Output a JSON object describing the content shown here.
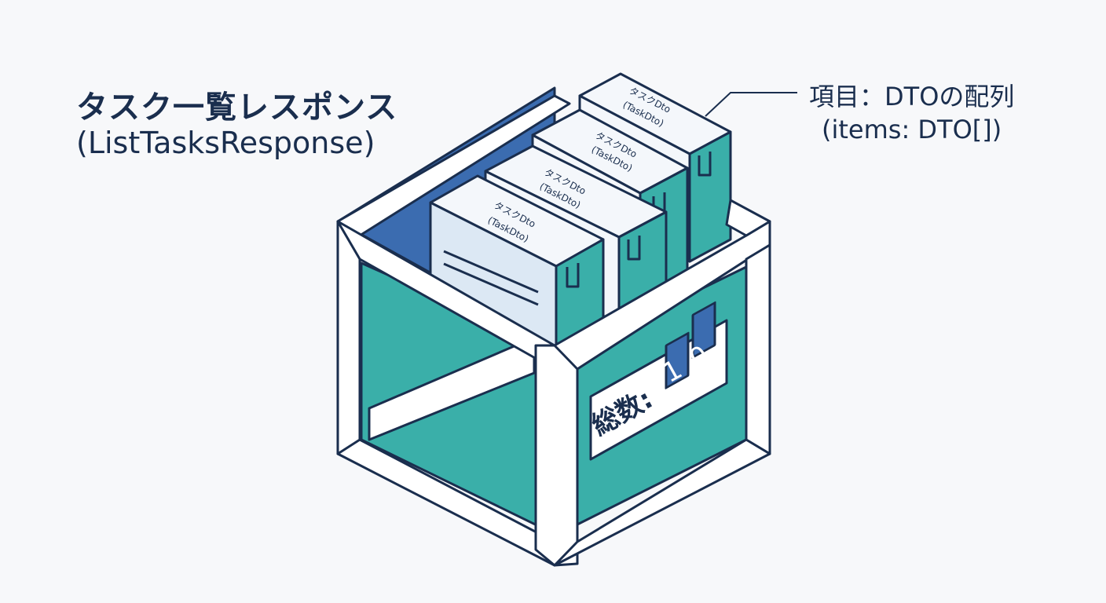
{
  "title": "タスク一覧レスポンス",
  "subtitle": "(ListTasksResponse)",
  "items_callout": {
    "label": "項目：DTOの配列",
    "type": "(items: DTO[])"
  },
  "cards": [
    {
      "line1": "タスクDto",
      "line2": "(TaskDto)"
    },
    {
      "line1": "タスクDto",
      "line2": "(TaskDto)"
    },
    {
      "line1": "タスクDto",
      "line2": "(TaskDto)"
    },
    {
      "line1": "タスクDto",
      "line2": "(TaskDto)"
    }
  ],
  "total": {
    "label": "総数:",
    "digits": [
      "1",
      "0"
    ]
  },
  "colors": {
    "navy": "#1a2e4e",
    "teal": "#3aafa9",
    "blue": "#3b6cb0",
    "card": "#f4f7fb",
    "card_shade": "#dce8f4",
    "white": "#ffffff"
  }
}
